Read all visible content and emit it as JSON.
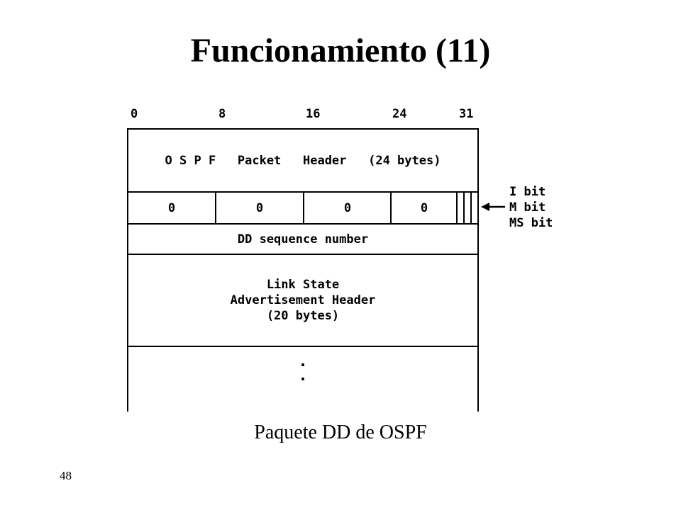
{
  "title": "Funcionamiento (11)",
  "bit_scale": [
    "0",
    "8",
    "16",
    "24",
    "31"
  ],
  "packet": {
    "header": "O S P F   Packet   Header   (24 bytes)",
    "zero_fields": [
      "0",
      "0",
      "0",
      "0"
    ],
    "sequence": "DD sequence number",
    "lsa_header": [
      "Link State",
      "Advertisement Header",
      "(20 bytes)"
    ],
    "continuation": [
      ".",
      "."
    ]
  },
  "flag_bits": [
    "I bit",
    "M bit",
    "MS bit"
  ],
  "caption": "Paquete DD de OSPF",
  "page_number": "48"
}
